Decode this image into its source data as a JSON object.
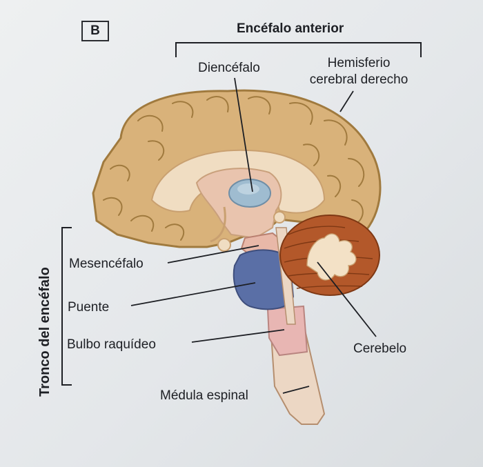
{
  "panel": {
    "letter": "B"
  },
  "labels": {
    "forebrain": "Encéfalo anterior",
    "diencephalon": "Diencéfalo",
    "right_hemisphere_line1": "Hemisferio",
    "right_hemisphere_line2": "cerebral derecho",
    "brainstem": "Tronco del encéfalo",
    "midbrain": "Mesencéfalo",
    "pons": "Puente",
    "medulla": "Bulbo raquídeo",
    "cerebellum": "Cerebelo",
    "spinal_cord": "Médula espinal"
  },
  "colors": {
    "cerebrum": "#d9b27a",
    "cerebrum_outline": "#a07a3e",
    "inner_region": "#f0ddc2",
    "diencephalon_area": "#e9c4ae",
    "thalamus": "#9fbcd0",
    "midbrain": "#e8b8a8",
    "pons": "#5a6fa6",
    "medulla": "#e8b6b3",
    "spinal_cord": "#ecd7c4",
    "cerebellum": "#b3582a",
    "cerebellum_light": "#f3e1c6"
  }
}
